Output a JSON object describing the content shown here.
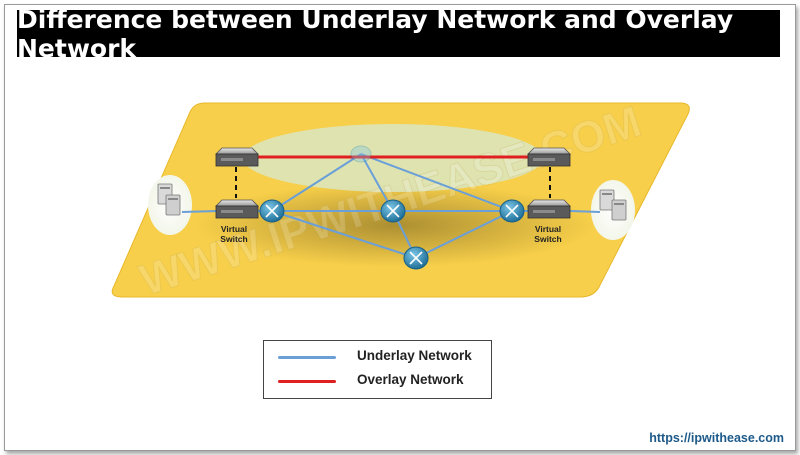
{
  "title": "Difference between Underlay Network and Overlay Network",
  "watermark": "WWW.IPWITHEASE.COM",
  "switch_labels": {
    "left": [
      "Virtual",
      "Switch"
    ],
    "right": [
      "Virtual",
      "Switch"
    ]
  },
  "legend": {
    "underlay": {
      "label": "Underlay Network",
      "color": "#6a9fd8"
    },
    "overlay": {
      "label": "Overlay Network",
      "color": "#e02020"
    }
  },
  "footer_url": "https://ipwithease.com",
  "colors": {
    "plane": "#f7cf4a",
    "overlay_ellipse": "#cfe0b8",
    "underlay_link": "#6a9fd8",
    "overlay_link": "#e02020",
    "router": "#2a8ab8"
  }
}
